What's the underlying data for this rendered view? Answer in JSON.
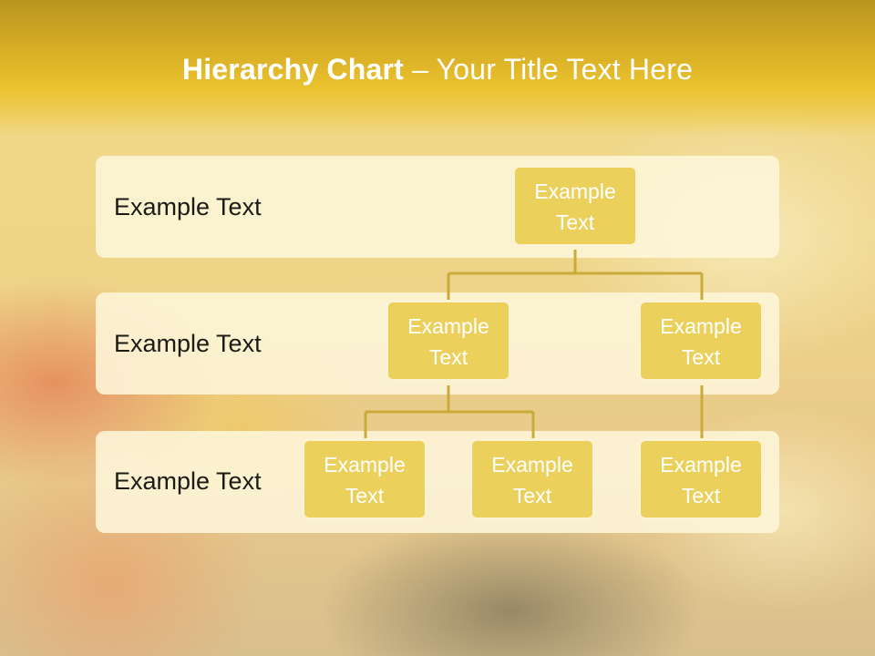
{
  "title": {
    "bold": "Hierarchy Chart",
    "rest": " – Your Title Text Here"
  },
  "levels": [
    {
      "label": "Example Text"
    },
    {
      "label": "Example Text"
    },
    {
      "label": "Example Text"
    }
  ],
  "nodes": {
    "root": "Example Text",
    "level2_left": "Example Text",
    "level2_right": "Example Text",
    "level3_a": "Example Text",
    "level3_b": "Example Text",
    "level3_c": "Example Text"
  },
  "colors": {
    "node_fill": "#ecd05c",
    "node_border": "#fbf3d4",
    "connector": "#c9aa3a",
    "band_fill": "#fdf6da",
    "title_bar": "#ebc22f"
  }
}
